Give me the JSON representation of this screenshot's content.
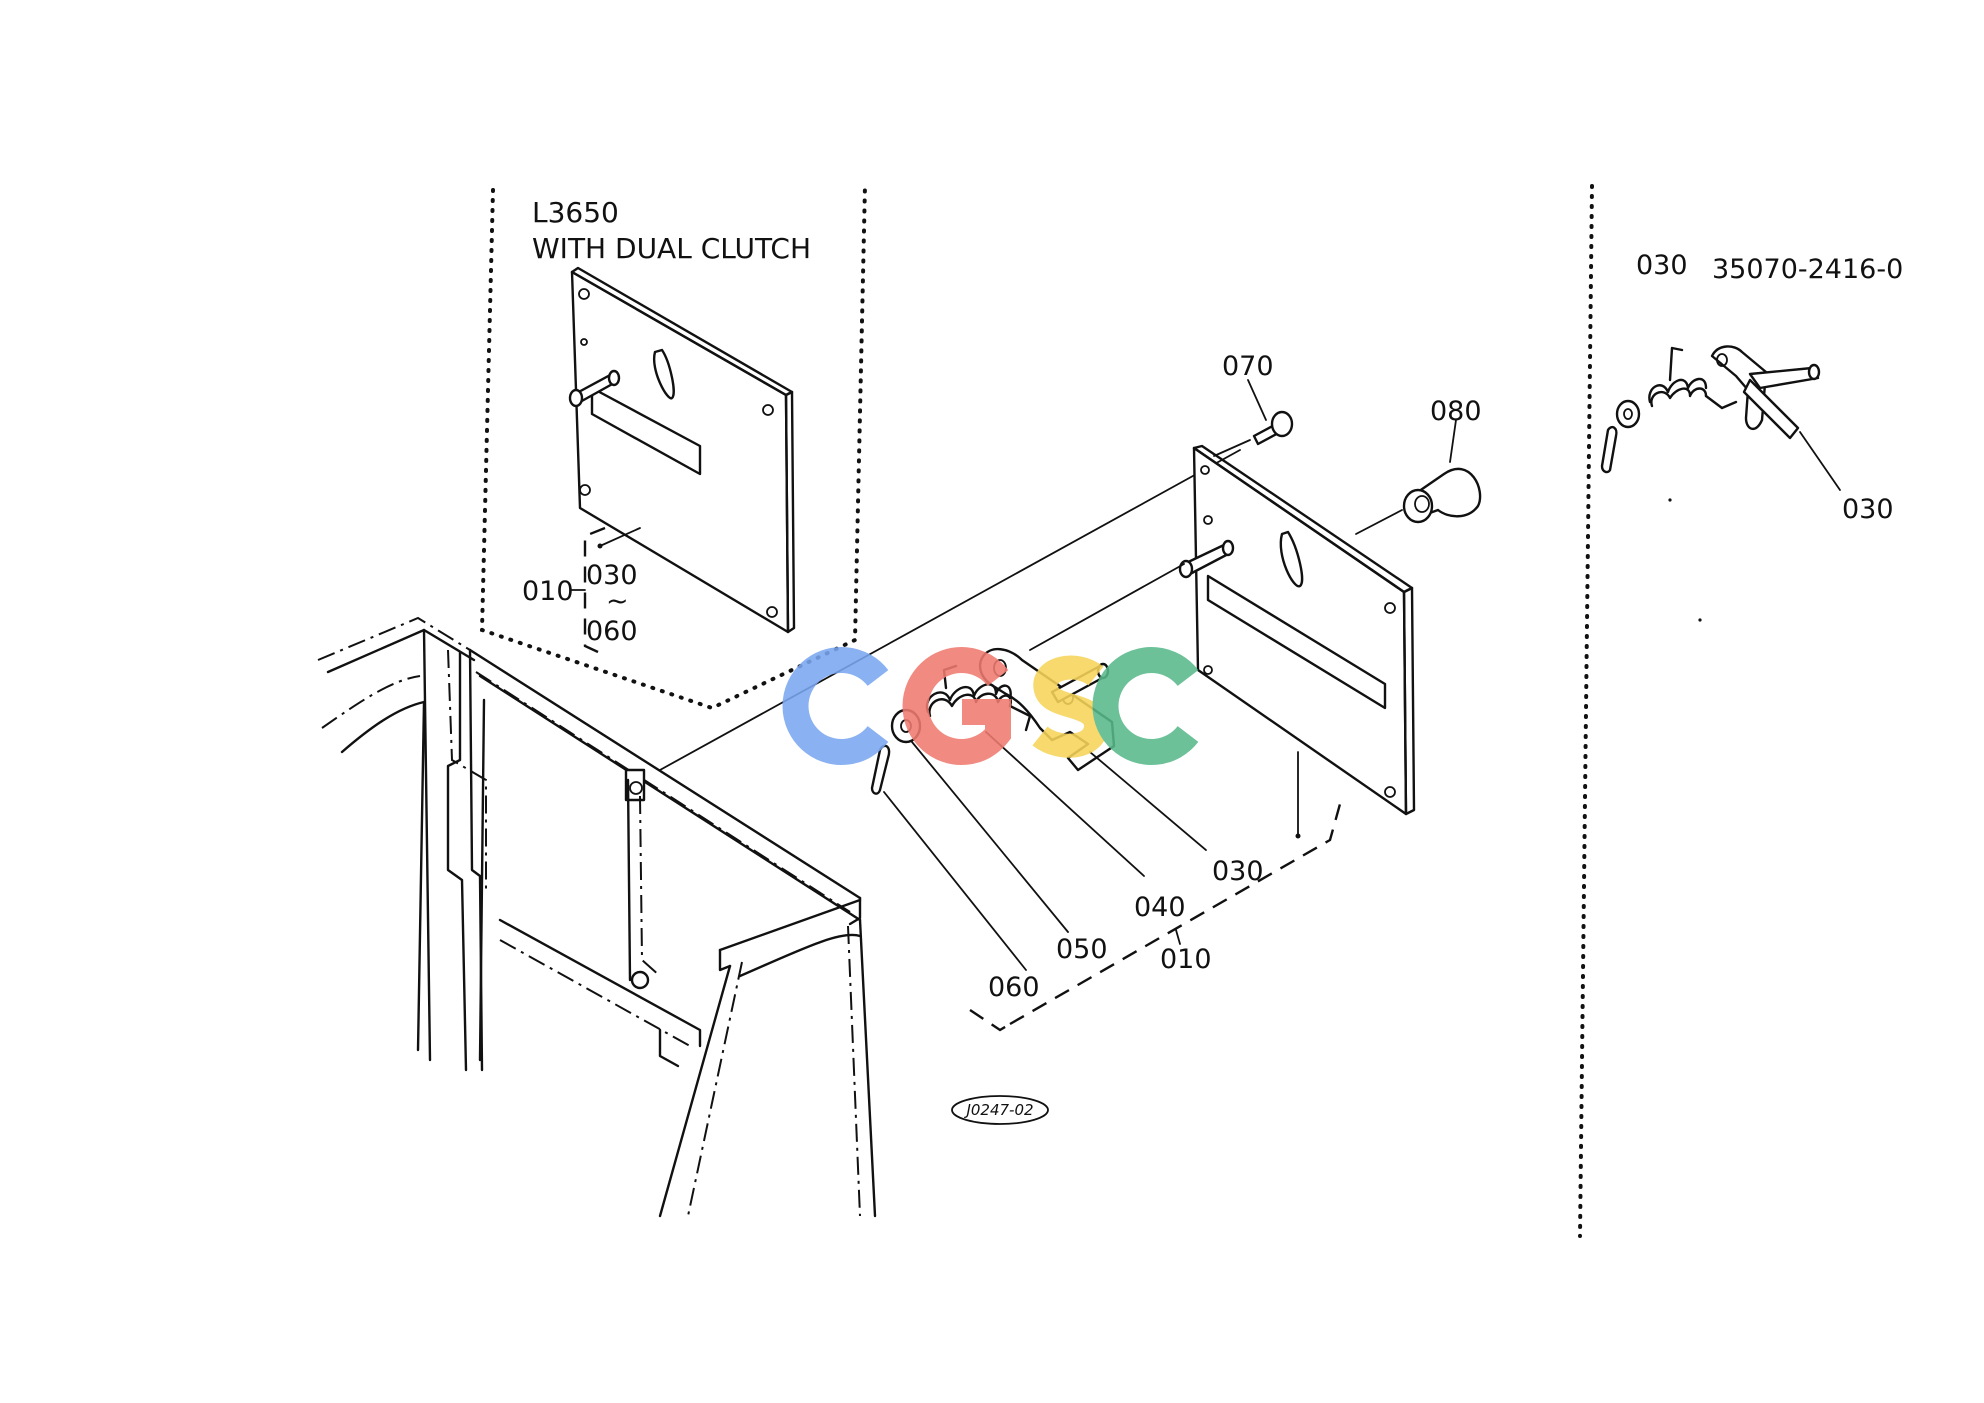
{
  "inset_left": {
    "model": "L3650",
    "variant": "WITH DUAL CLUTCH",
    "group_label": "010",
    "range_start": "030",
    "range_end": "060",
    "tilde": "~"
  },
  "inset_right": {
    "ref": "030",
    "part_number": "35070-2416-0",
    "callout": "030"
  },
  "callouts": {
    "c070": "070",
    "c080": "080",
    "c030": "030",
    "c040": "040",
    "c050": "050",
    "c060": "060",
    "c010": "010"
  },
  "drawing_code": "J0247-02",
  "watermark": {
    "text": "CGSC",
    "colors": [
      "#7aa7f0",
      "#f07a70",
      "#f6d45a",
      "#58b98a"
    ]
  }
}
